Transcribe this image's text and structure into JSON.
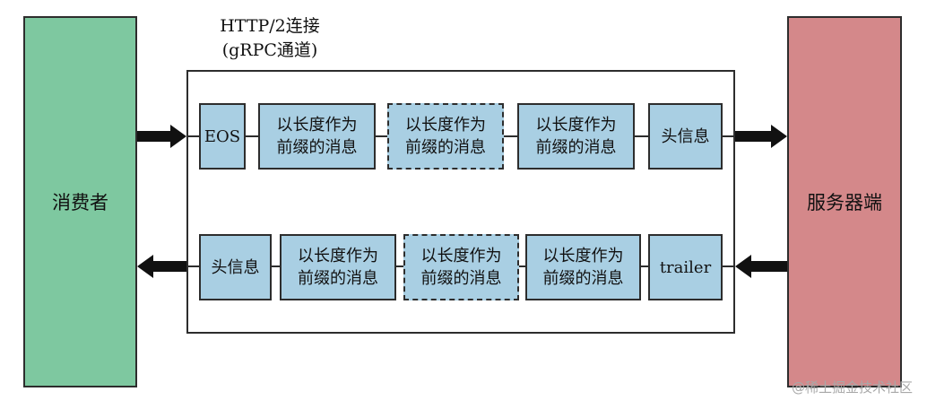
{
  "consumer_label": "消费者",
  "server_label": "服务器端",
  "channel_title": {
    "line1": "HTTP/2连接",
    "line2": "(gRPC通道)"
  },
  "top_row": [
    {
      "text": "EOS",
      "dashed": false,
      "serif": true
    },
    {
      "line1": "以长度作为",
      "line2": "前缀的消息",
      "dashed": false
    },
    {
      "line1": "以长度作为",
      "line2": "前缀的消息",
      "dashed": true
    },
    {
      "line1": "以长度作为",
      "line2": "前缀的消息",
      "dashed": false
    },
    {
      "text": "头信息",
      "dashed": false
    }
  ],
  "bottom_row": [
    {
      "text": "头信息",
      "dashed": false
    },
    {
      "line1": "以长度作为",
      "line2": "前缀的消息",
      "dashed": false
    },
    {
      "line1": "以长度作为",
      "line2": "前缀的消息",
      "dashed": true
    },
    {
      "line1": "以长度作为",
      "line2": "前缀的消息",
      "dashed": false
    },
    {
      "text": "trailer",
      "dashed": false,
      "serif": true
    }
  ],
  "watermark": "@稀土掘金技术社区",
  "colors": {
    "consumer": "#7ec8a0",
    "server": "#d4888a",
    "message_box": "#a9cfe3",
    "border": "#2d2d2d"
  }
}
